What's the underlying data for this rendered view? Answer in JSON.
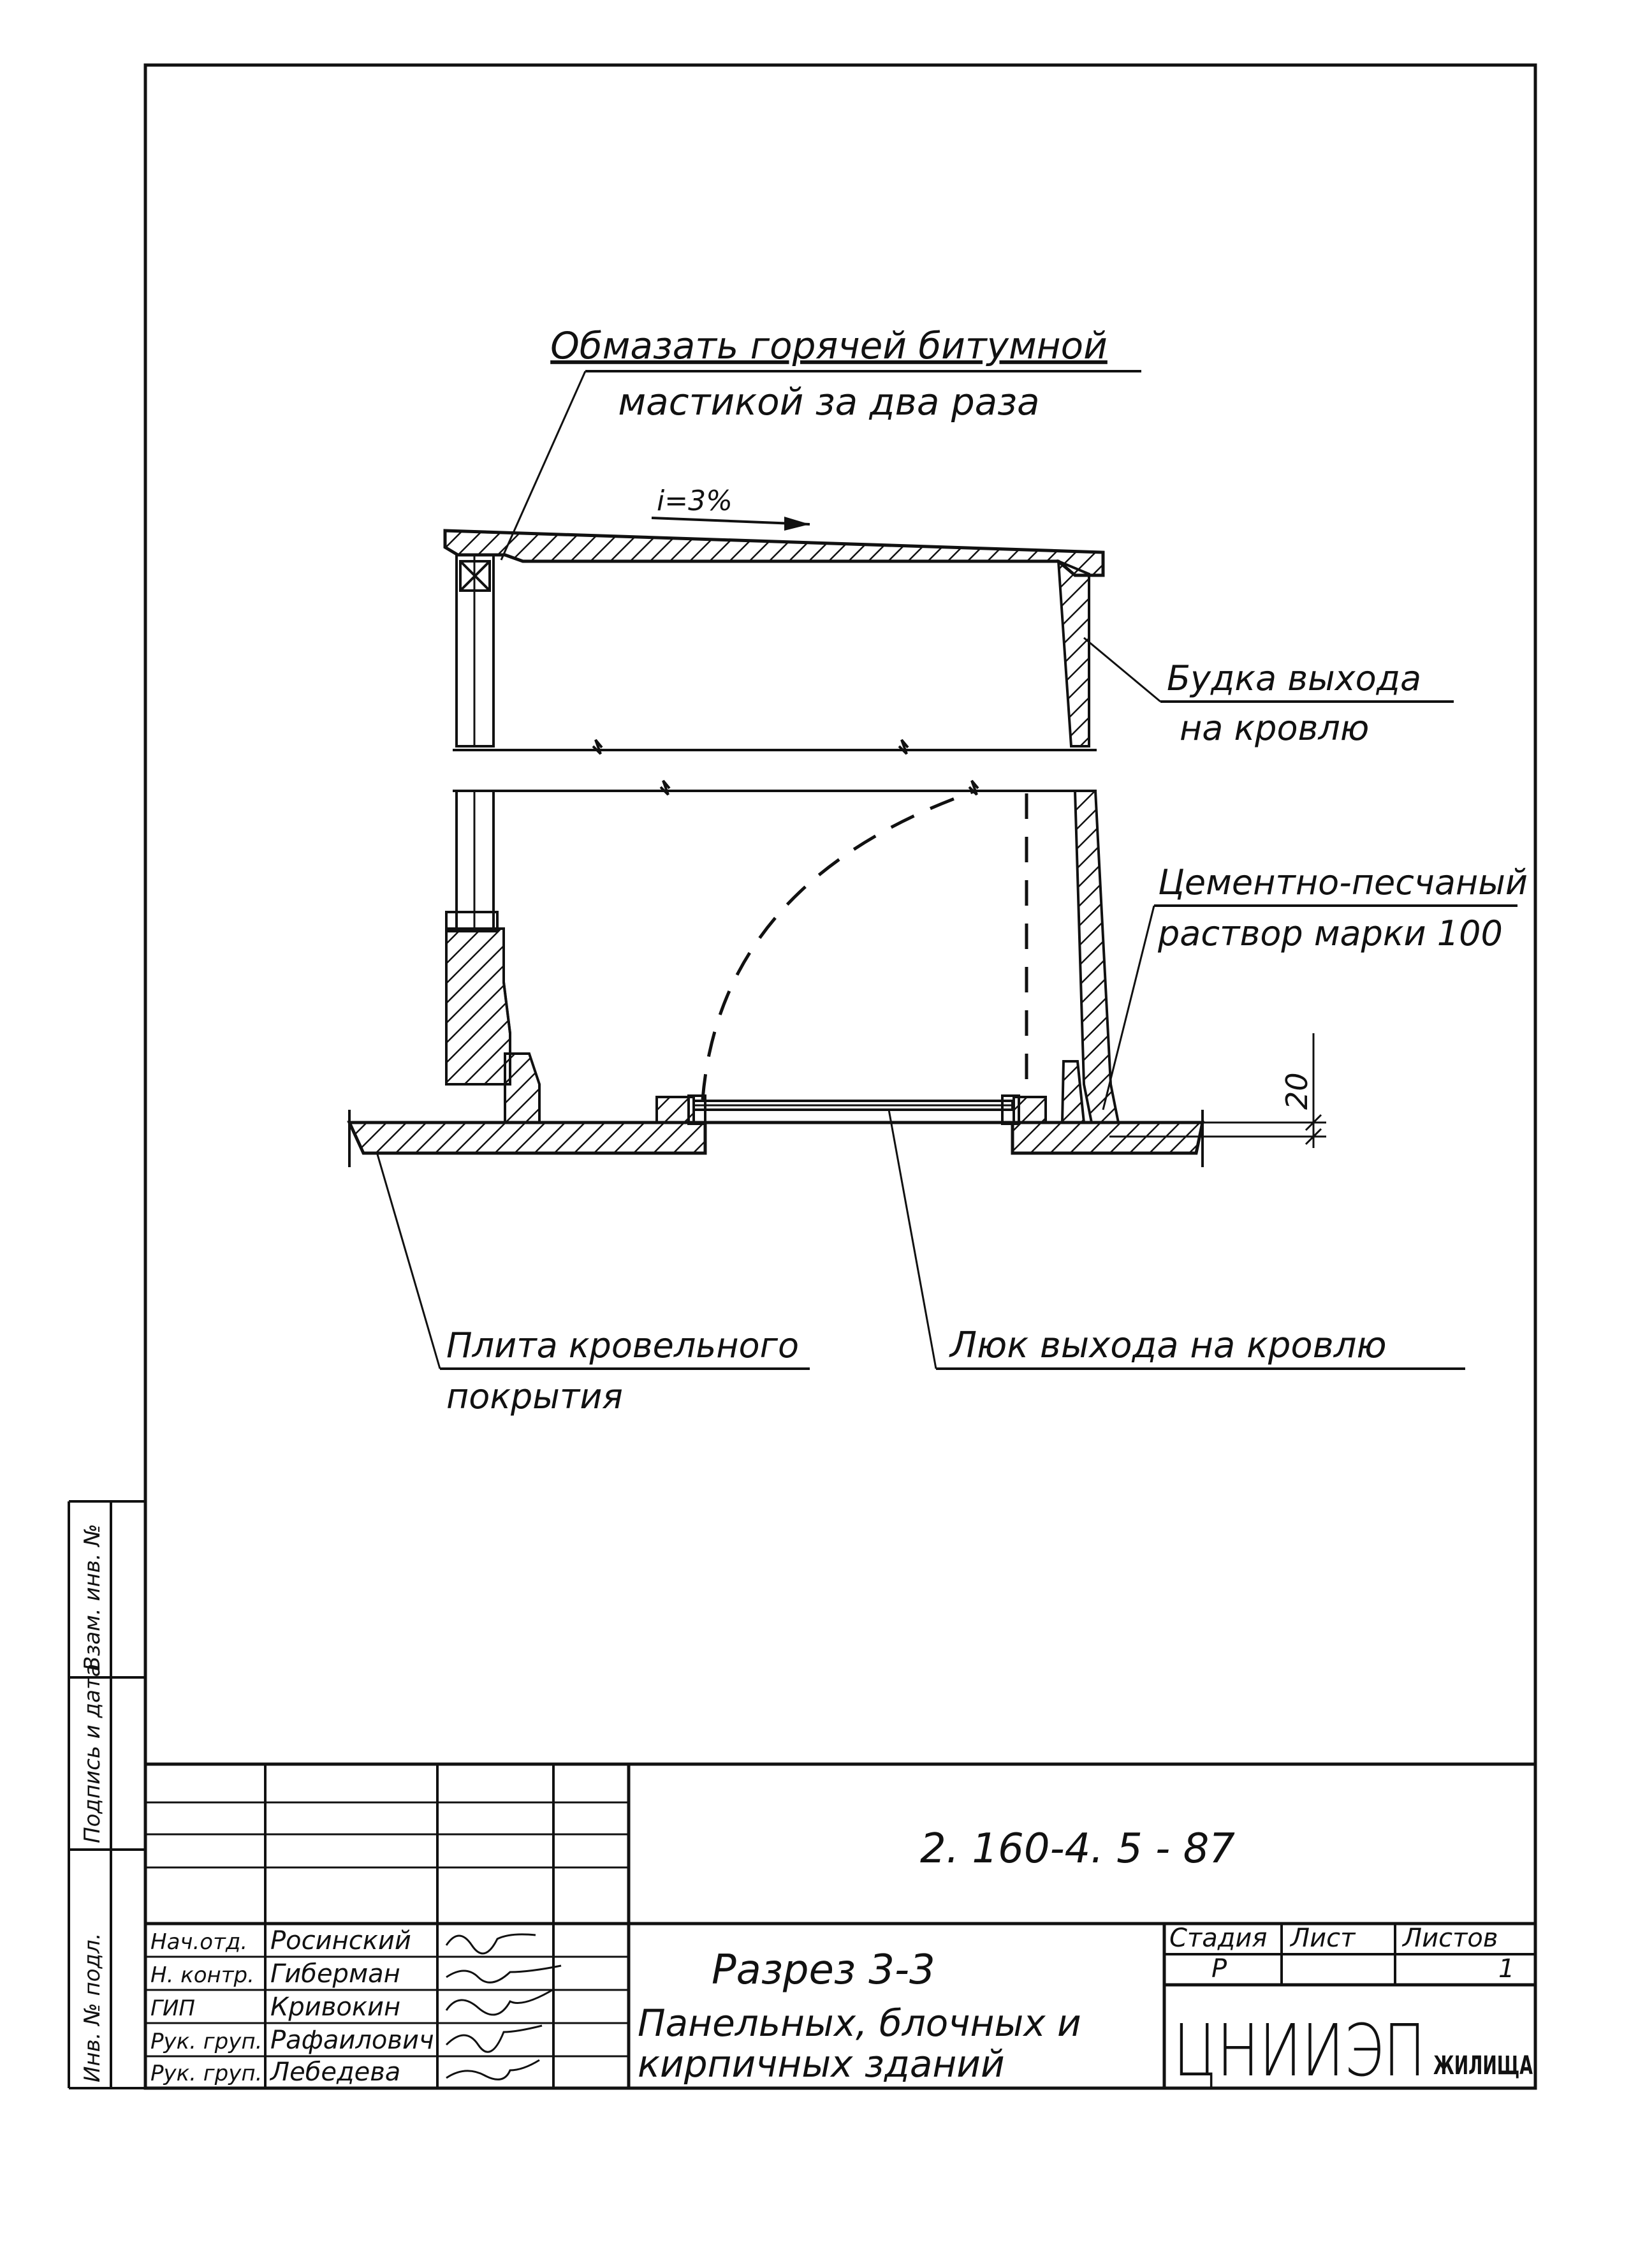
{
  "drawing": {
    "labels": {
      "coating_line1": "Обмазать горячей битумной",
      "coating_line2": "мастикой за два раза",
      "slope": "i=3%",
      "booth_line1": "Будка выхода",
      "booth_line2": "на кровлю",
      "mortar_line1": "Цементно-песчаный",
      "mortar_line2": "раствор марки 100",
      "dimension": "20",
      "slab_line1": "Плита кровельного",
      "slab_line2": "покрытия",
      "hatch": "Люк выхода на кровлю"
    }
  },
  "side_stamp": {
    "inv_orig": "Инв. № подл.",
    "sign_date": "Подпись и дата",
    "inv_replace": "Взам. инв. №"
  },
  "title_block": {
    "doc_code": "2. 160-4. 5  - 87",
    "title_line1": "Разрез  3-3",
    "title_line2": "Панельных, блочных и",
    "title_line3": "кирпичных  зданий",
    "stage_label": "Стадия",
    "sheet_label": "Лист",
    "sheets_label": "Листов",
    "stage_value": "Р",
    "sheets_value": "1",
    "org_main": "ЦНИИЭП",
    "org_sub": "ЖИЛИЩА",
    "staff": [
      {
        "role": "Нач.отд.",
        "name": "Росинский"
      },
      {
        "role": "Н. контр.",
        "name": "Гиберман"
      },
      {
        "role": "ГИП",
        "name": "Кривокин"
      },
      {
        "role": "Рук. груп.",
        "name": "Рафаилович"
      },
      {
        "role": "Рук. груп.",
        "name": "Лебедева"
      }
    ]
  }
}
